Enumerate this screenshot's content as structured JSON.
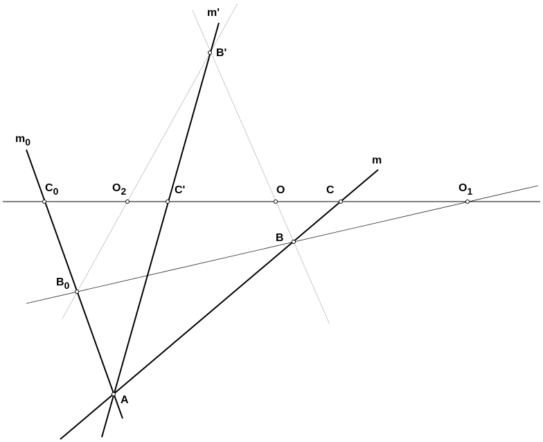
{
  "labels": {
    "m_prime": "m'",
    "b_prime": "B'",
    "m0_main": "m",
    "m0_sub": "0",
    "m": "m",
    "c0_main": "C",
    "c0_sub": "0",
    "o2_main": "O",
    "o2_sub": "2",
    "c_prime": "C'",
    "o": "O",
    "c": "C",
    "o1_main": "O",
    "o1_sub": "1",
    "b": "B",
    "b0_main": "B",
    "b0_sub": "0",
    "a": "A"
  },
  "colors": {
    "line": "#000000",
    "construction_line": "#777777",
    "point_fill": "#ffffff"
  }
}
